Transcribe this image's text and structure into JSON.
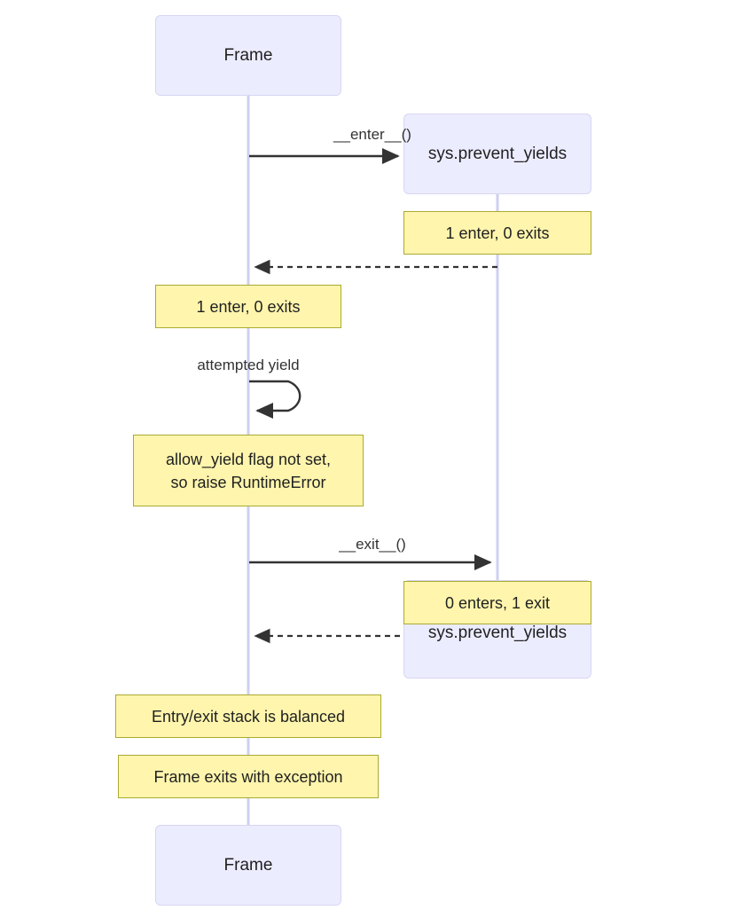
{
  "diagram": {
    "type": "sequence-diagram",
    "colors": {
      "actor_fill": "#ECECFF",
      "actor_stroke": "#D6D6F3",
      "note_fill": "#FFF5AD",
      "note_stroke": "#AAAA33",
      "lifeline_stroke": "#CFCFF0",
      "arrow_stroke": "#333333",
      "text": "#1f2020",
      "label_text": "#333333",
      "background": "#ffffff"
    },
    "participants": [
      {
        "name": "frame-top",
        "label": "Frame"
      },
      {
        "name": "prevent-yields-top",
        "label": "sys.prevent_yields"
      },
      {
        "name": "prevent-yields-bottom",
        "label": "sys.prevent_yields"
      },
      {
        "name": "frame-bottom",
        "label": "Frame"
      }
    ],
    "messages": [
      {
        "name": "enter-call",
        "label": "__enter__()",
        "style": "solid",
        "direction": "right"
      },
      {
        "name": "enter-return",
        "label": "",
        "style": "dashed",
        "direction": "left"
      },
      {
        "name": "attempted-yield",
        "label": "attempted yield",
        "style": "solid",
        "direction": "self"
      },
      {
        "name": "exit-call",
        "label": "__exit__()",
        "style": "solid",
        "direction": "right"
      },
      {
        "name": "exit-return",
        "label": "",
        "style": "dashed",
        "direction": "left"
      }
    ],
    "notes": [
      {
        "name": "note-enter-right",
        "text": "1 enter, 0 exits"
      },
      {
        "name": "note-enter-left",
        "text": "1 enter, 0 exits"
      },
      {
        "name": "note-runtime-error",
        "text": "allow_yield flag not set,\nso raise RuntimeError"
      },
      {
        "name": "note-exit-right",
        "text": "0 enters, 1 exit"
      },
      {
        "name": "note-balanced",
        "text": "Entry/exit stack is balanced"
      },
      {
        "name": "note-frame-exits",
        "text": "Frame exits with exception"
      }
    ]
  }
}
